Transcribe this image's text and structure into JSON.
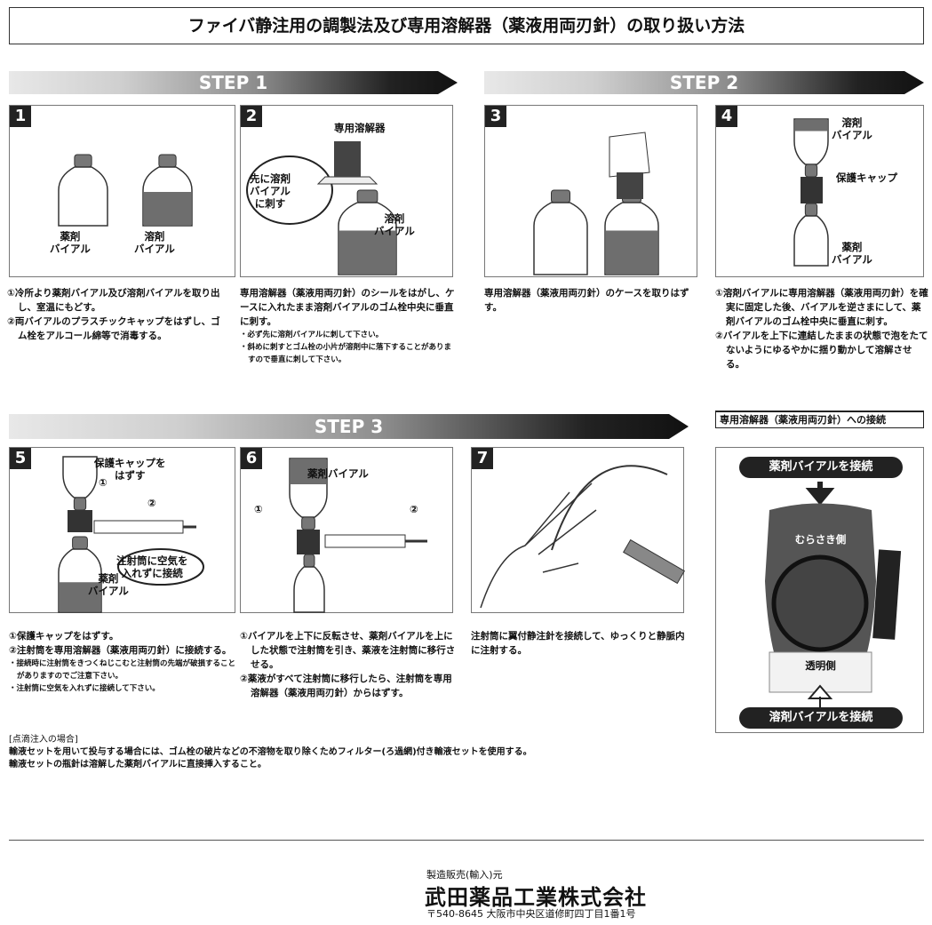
{
  "title": "ファイバ静注用の調製法及び専用溶解器（薬液用両刃針）の取り扱い方法",
  "steps": {
    "s1": "STEP 1",
    "s2": "STEP 2",
    "s3": "STEP 3"
  },
  "panels": [
    {
      "num": "1",
      "labels": [
        "薬剤\nバイアル",
        "溶剤\nバイアル"
      ],
      "text": [
        "①冷所より薬剤バイアル及び溶剤バイアルを取り出し、室温にもどす。",
        "②両バイアルのプラスチックキャップをはずし、ゴム栓をアルコール綿等で消毒する。"
      ],
      "notes": []
    },
    {
      "num": "2",
      "labels": [
        "専用溶解器",
        "先に溶剤\nバイアル\nに刺す",
        "溶剤\nバイアル"
      ],
      "text": [
        "専用溶解器（薬液用両刃針）のシールをはがし、ケースに入れたまま溶剤バイアルのゴム栓中央に垂直に刺す。"
      ],
      "notes": [
        "・必ず先に溶剤バイアルに刺して下さい。",
        "・斜めに刺すとゴム栓の小片が溶剤中に落下することがありますので垂直に刺して下さい。"
      ]
    },
    {
      "num": "3",
      "labels": [],
      "text": [
        "専用溶解器（薬液用両刃針）のケースを取りはずす。"
      ],
      "notes": []
    },
    {
      "num": "4",
      "labels": [
        "溶剤\nバイアル",
        "保護キャップ",
        "薬剤\nバイアル"
      ],
      "text": [
        "①溶剤バイアルに専用溶解器（薬液用両刃針）を確実に固定した後、バイアルを逆さまにして、薬剤バイアルのゴム栓中央に垂直に刺す。",
        "②バイアルを上下に連結したままの状態で泡をたてないようにゆるやかに揺り動かして溶解させる。"
      ],
      "notes": []
    },
    {
      "num": "5",
      "labels": [
        "保護キャップを\nはずす",
        "①",
        "②",
        "注射筒に空気を\n入れずに接続",
        "薬剤\nバイアル"
      ],
      "text": [
        "①保護キャップをはずす。",
        "②注射筒を専用溶解器（薬液用両刃針）に接続する。"
      ],
      "notes": [
        "・接続時に注射筒をきつくねじこむと注射筒の先端が破損することがありますのでご注意下さい。",
        "・注射筒に空気を入れずに接続して下さい。"
      ]
    },
    {
      "num": "6",
      "labels": [
        "薬剤バイアル",
        "①",
        "②"
      ],
      "text": [
        "①バイアルを上下に反転させ、薬剤バイアルを上にした状態で注射筒を引き、薬液を注射筒に移行させる。",
        "②薬液がすべて注射筒に移行したら、注射筒を専用溶解器（薬液用両刃針）からはずす。"
      ],
      "notes": []
    },
    {
      "num": "7",
      "labels": [],
      "text": [
        "注射筒に翼付静注針を接続して、ゆっくりと静脈内に注射する。"
      ],
      "notes": []
    }
  ],
  "connection": {
    "header": "専用溶解器（薬液用両刃針）への接続",
    "top": "薬剤バイアルを接続",
    "purple": "むらさき側",
    "clear": "透明側",
    "bottom": "溶剤バイアルを接続"
  },
  "drip": {
    "heading": "[点滴注入の場合]",
    "lines": [
      "輸液セットを用いて投与する場合には、ゴム栓の破片などの不溶物を取り除くためフィルター(ろ過網)付き輸液セットを使用する。",
      "輸液セットの瓶針は溶解した薬剤バイアルに直接挿入すること。"
    ]
  },
  "footer": {
    "role": "製造販売(輸入)元",
    "company": "武田薬品工業株式会社",
    "address": "〒540-8645 大阪市中央区道修町四丁目1番1号"
  },
  "colors": {
    "dark": "#222222",
    "liquid": "#6e6e6e"
  }
}
